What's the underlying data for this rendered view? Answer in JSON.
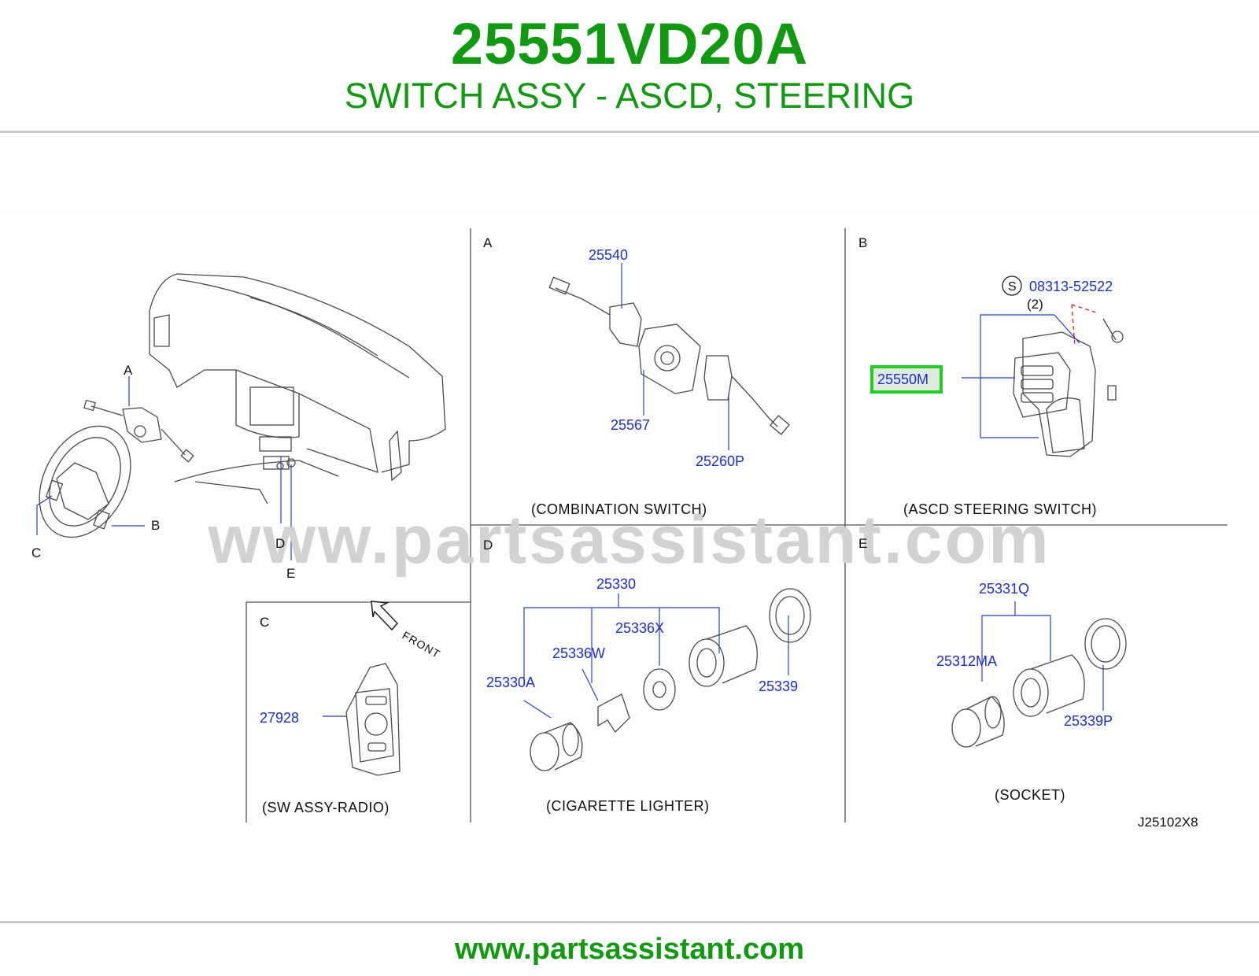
{
  "header": {
    "part_number": "25551VD20A",
    "description": "SWITCH ASSY - ASCD, STEERING"
  },
  "watermark": "www.partsassistant.com",
  "footer": {
    "url": "www.partsassistant.com"
  },
  "overview": {
    "callouts": [
      "A",
      "B",
      "C",
      "D",
      "E"
    ]
  },
  "sections": {
    "A": {
      "letter": "A",
      "caption": "(COMBINATION  SWITCH)",
      "parts": [
        "25540",
        "25567",
        "25260P"
      ]
    },
    "B": {
      "letter": "B",
      "caption": "(ASCD  STEERING  SWITCH)",
      "screw_symbol": "S",
      "screw_part": "08313-52522",
      "screw_qty": "(2)",
      "highlighted_part": "25550M"
    },
    "C": {
      "letter": "C",
      "caption": "(SW  ASSY-RADIO)",
      "front_label": "FRONT",
      "parts": [
        "27928"
      ]
    },
    "D": {
      "letter": "D",
      "caption": "(CIGARETTE  LIGHTER)",
      "parts": [
        "25330",
        "25336X",
        "25336W",
        "25330A",
        "25339"
      ]
    },
    "E": {
      "letter": "E",
      "caption": "(SOCKET)",
      "parts": [
        "25331Q",
        "25312MA",
        "25339P"
      ]
    }
  },
  "diagram_code": "J25102X8",
  "colors": {
    "title_green": "#119911",
    "part_blue": "#1f2fc8",
    "highlight_green": "#22cc22",
    "highlight_fill": "#dfeadf"
  }
}
